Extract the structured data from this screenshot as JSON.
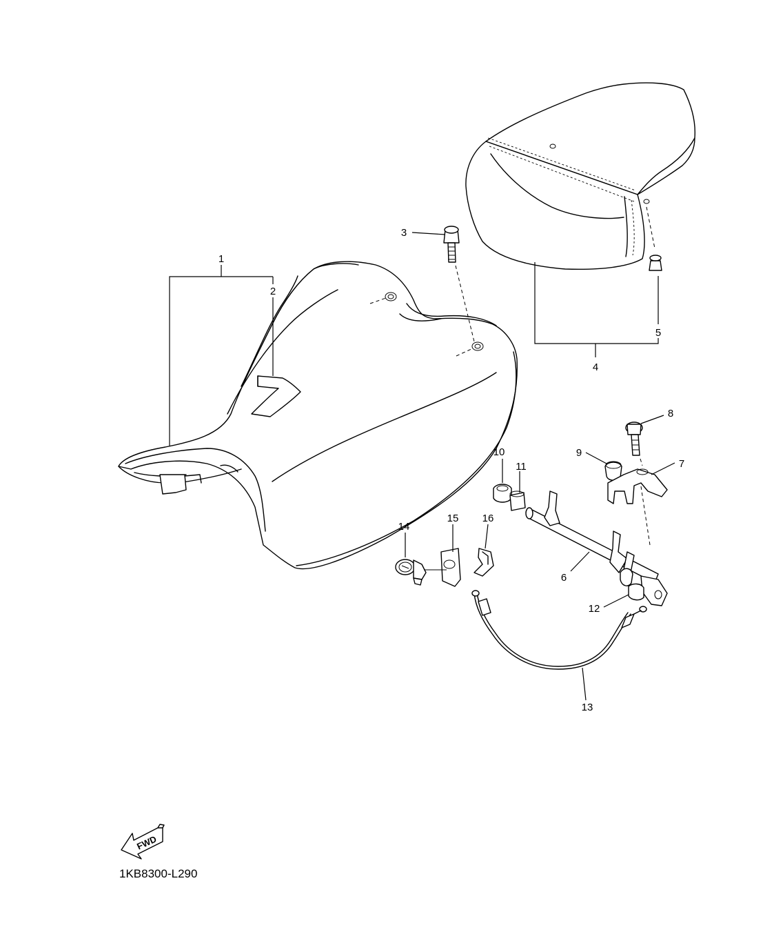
{
  "diagram_code": "1KB8300-L290",
  "fwd_label": "FWD",
  "callouts": [
    "1",
    "2",
    "3",
    "4",
    "5",
    "6",
    "7",
    "8",
    "9",
    "10",
    "11",
    "12",
    "13",
    "14",
    "15",
    "16"
  ]
}
